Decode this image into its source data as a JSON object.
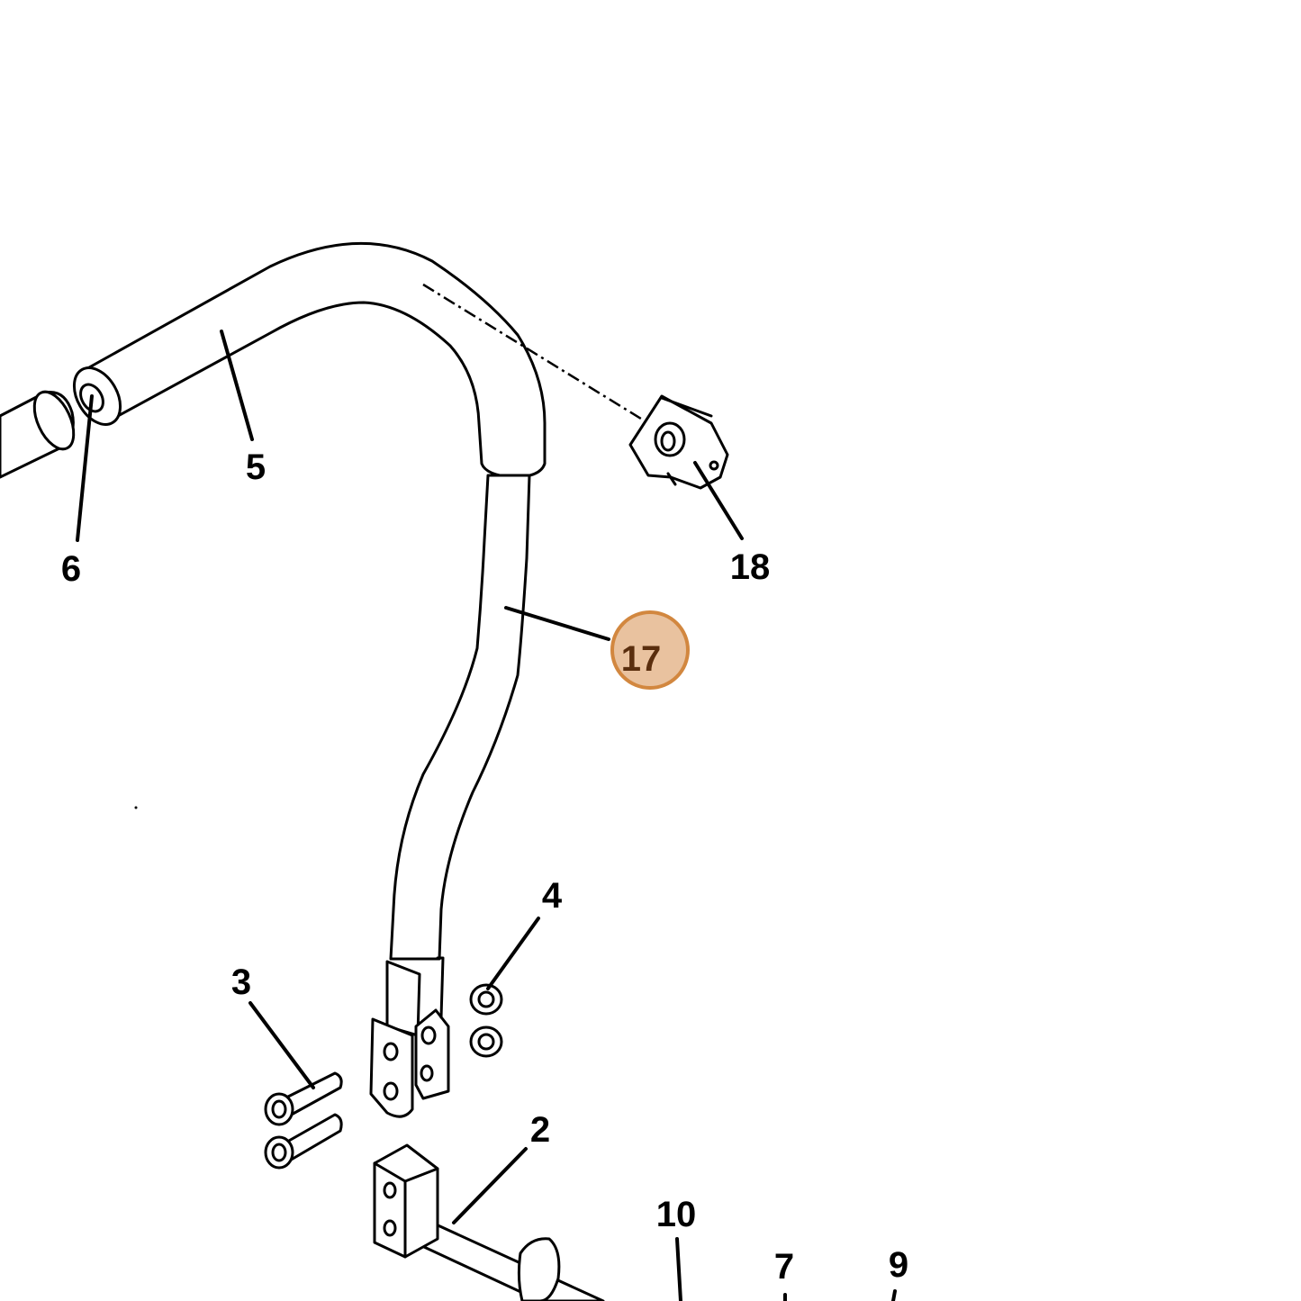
{
  "diagram": {
    "callouts": {
      "c5": "5",
      "c6": "6",
      "c18": "18",
      "c17": "17",
      "c4": "4",
      "c3": "3",
      "c2": "2",
      "c10": "10",
      "c7": "7",
      "c9": "9"
    },
    "highlight": {
      "fill": "#E9C29F",
      "stroke": "#D2873F",
      "text_color": "#5A2E0E"
    }
  }
}
